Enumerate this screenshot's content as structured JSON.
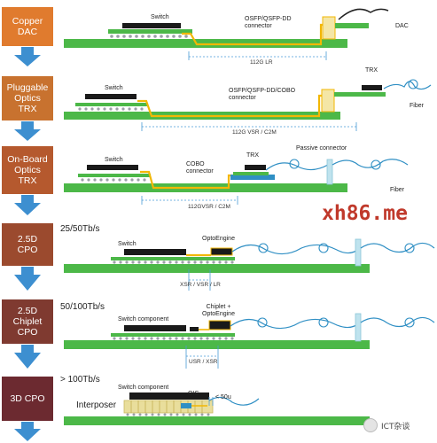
{
  "stages": [
    {
      "label": "Copper\nDAC",
      "color": "#E07B2E"
    },
    {
      "label": "Pluggable\nOptics\nTRX",
      "color": "#C8722F"
    },
    {
      "label": "On-Board\nOptics\nTRX",
      "color": "#B5592E"
    },
    {
      "label": "2.5D\nCPO",
      "color": "#9B4A2E"
    },
    {
      "label": "2.5D\nChiplet\nCPO",
      "color": "#7F3A30"
    },
    {
      "label": "3D CPO",
      "color": "#6C2A30"
    }
  ],
  "row1": {
    "switch": "Switch",
    "connector": "OSFP/QSFP-DD\nconnector",
    "cable": "DAC",
    "dimension": "112G LR"
  },
  "row2": {
    "switch": "Switch",
    "connector": "OSFP/QSFP-DD/COBO\nconnector",
    "trx": "TRX",
    "fiber": "Fiber",
    "dimension": "112G VSR / C2M"
  },
  "row3": {
    "switch": "Switch",
    "connector": "COBO\nconnector",
    "trx": "TRX",
    "passive": "Passive connector",
    "fiber": "Fiber",
    "dimension": "112GVSR / C2M"
  },
  "row4": {
    "bandwidth": "25/50Tb/s",
    "switch": "Switch",
    "engine": "OptoEngine",
    "dimension": "XSR / VSR / LR"
  },
  "row5": {
    "bandwidth": "50/100Tb/s",
    "switch": "Switch component",
    "engine": "Chiplet +\nOptoEngine",
    "dimension": "USR / XSR"
  },
  "row6": {
    "bandwidth": "> 100Tb/s",
    "switch": "Switch component",
    "interposer": "Interposer",
    "oic": "OIC",
    "gap": "< 50u"
  },
  "watermark": "xh86.me",
  "brand": "ICT杂谈",
  "colors": {
    "pcb": "#4CB848",
    "chip": "#1A1A1A",
    "trace": "#F2B705",
    "fiber": "#2F8FC4",
    "connector": "#F4E6A6"
  }
}
